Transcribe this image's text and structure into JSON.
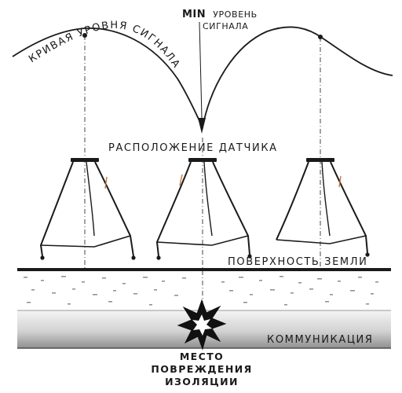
{
  "labels": {
    "signal_curve": "КРИВАЯ УРОВНЯ СИГНАЛА",
    "min_prefix": "MIN",
    "min_rest": "УРОВЕНЬ",
    "min_line2": "СИГНАЛА",
    "sensor_location": "РАСПОЛОЖЕНИЕ ДАТЧИКА",
    "ground_surface": "ПОВЕРХНОСТЬ ЗЕМЛИ",
    "communication": "КОММУНИКАЦИЯ",
    "fault_line1": "МЕСТО",
    "fault_line2": "ПОВРЕЖДЕНИЯ",
    "fault_line3": "ИЗОЛЯЦИИ"
  },
  "icons": {
    "sensor": "sensor-tripod-icon",
    "damage": "explosion-burst-icon"
  },
  "colors": {
    "line": "#1a1a1a",
    "pipe_light": "#f2f2f2",
    "pipe_dark": "#9a9a9a",
    "accent": "#c8783a"
  }
}
